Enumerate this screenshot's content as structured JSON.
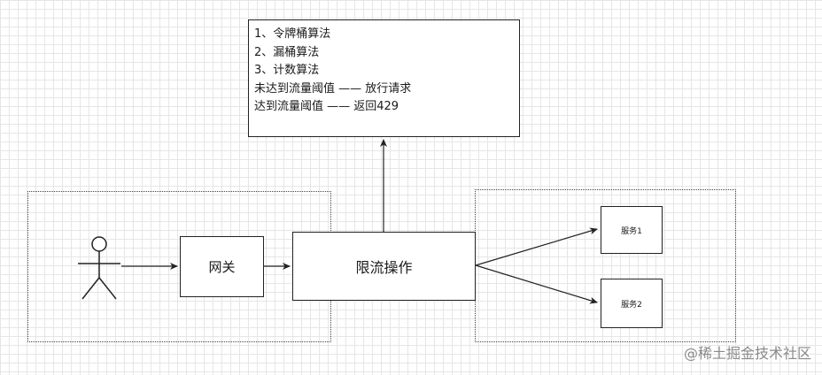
{
  "notes": {
    "lines": [
      "1、令牌桶算法",
      "2、漏桶算法",
      "3、计数算法",
      "未达到流量阈值 —— 放行请求",
      "达到流量阈值 —— 返回429"
    ]
  },
  "nodes": {
    "gateway": "网关",
    "rate_limiter": "限流操作",
    "service1": "服务1",
    "service2": "服务2"
  },
  "watermark": "@稀土掘金技术社区",
  "icons": {
    "user": "actor-icon"
  }
}
